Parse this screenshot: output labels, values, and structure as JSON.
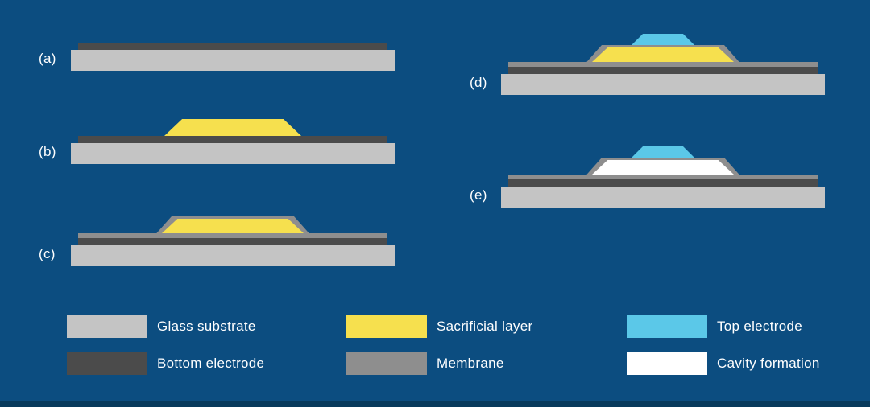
{
  "colors": {
    "background": "#0C4D80",
    "footer-strip": "#083A5C",
    "glass": "#C4C4C4",
    "bottom-electrode": "#4B4B4B",
    "sacrificial": "#F6E04E",
    "membrane": "#8E8E8E",
    "top-electrode": "#5BC8E8",
    "cavity": "#FFFFFF",
    "label": "#FFFFFF"
  },
  "panels": [
    {
      "id": "a",
      "label": "(a)",
      "layers": [
        "glass",
        "bottom-electrode"
      ]
    },
    {
      "id": "b",
      "label": "(b)",
      "layers": [
        "glass",
        "bottom-electrode",
        "sacrificial"
      ]
    },
    {
      "id": "c",
      "label": "(c)",
      "layers": [
        "glass",
        "bottom-electrode",
        "sacrificial",
        "membrane"
      ]
    },
    {
      "id": "d",
      "label": "(d)",
      "layers": [
        "glass",
        "bottom-electrode",
        "sacrificial",
        "membrane",
        "top-electrode"
      ]
    },
    {
      "id": "e",
      "label": "(e)",
      "layers": [
        "glass",
        "bottom-electrode",
        "cavity",
        "membrane",
        "top-electrode"
      ]
    }
  ],
  "legend": [
    {
      "label": "Glass substrate",
      "color": "glass"
    },
    {
      "label": "Bottom electrode",
      "color": "bottom-electrode"
    },
    {
      "label": "Sacrificial layer",
      "color": "sacrificial"
    },
    {
      "label": "Membrane",
      "color": "membrane"
    },
    {
      "label": "Top electrode",
      "color": "top-electrode"
    },
    {
      "label": "Cavity formation",
      "color": "cavity"
    }
  ]
}
